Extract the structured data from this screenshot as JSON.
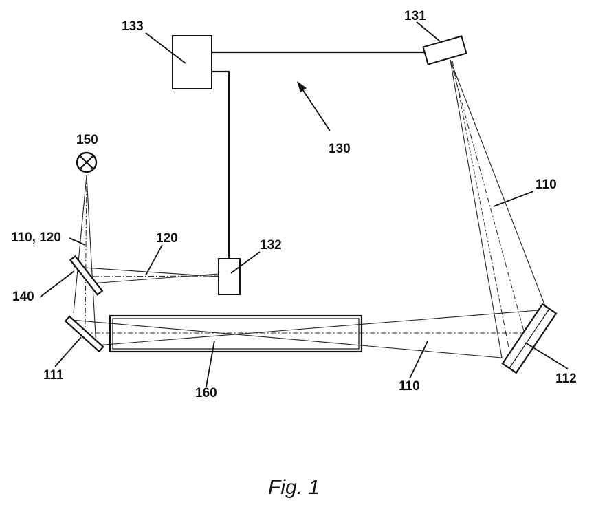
{
  "labels": {
    "l133": "133",
    "l131": "131",
    "l130": "130",
    "l150": "150",
    "l110_right": "110",
    "l110_120": "110, 120",
    "l120": "120",
    "l132": "132",
    "l140": "140",
    "l111": "111",
    "l160": "160",
    "l110_bottom": "110",
    "l112": "112"
  },
  "caption": "Fig. 1"
}
